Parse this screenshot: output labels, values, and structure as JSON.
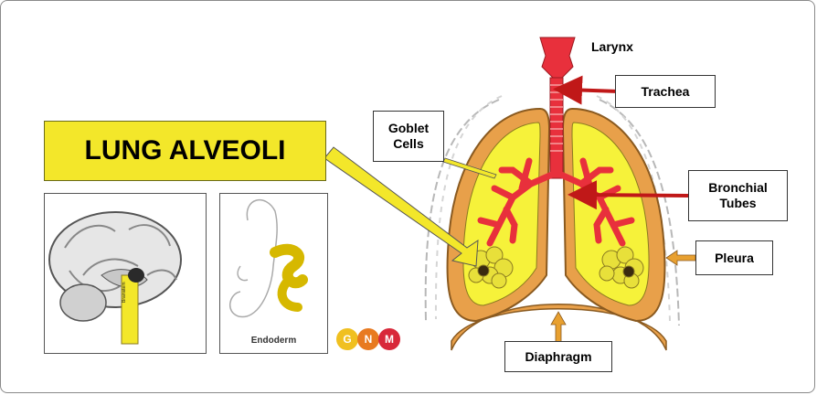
{
  "title": "LUNG ALVEOLI",
  "labels": {
    "larynx": "Larynx",
    "trachea": "Trachea",
    "goblet": "Goblet\nCells",
    "bronchial": "Bronchial\nTubes",
    "pleura": "Pleura",
    "diaphragm": "Diaphragm"
  },
  "panels": {
    "embryo_caption": "Endoderm",
    "brain_caption": "Brainstem"
  },
  "logo": {
    "g": "G",
    "n": "N",
    "m": "M"
  },
  "colors": {
    "yellow": "#f3e72a",
    "lung_orange": "#e8a04a",
    "lung_yellow": "#f6f23a",
    "bronchi_red": "#e8303c",
    "arrow_red": "#c01818",
    "arrow_orange": "#e8a030"
  }
}
